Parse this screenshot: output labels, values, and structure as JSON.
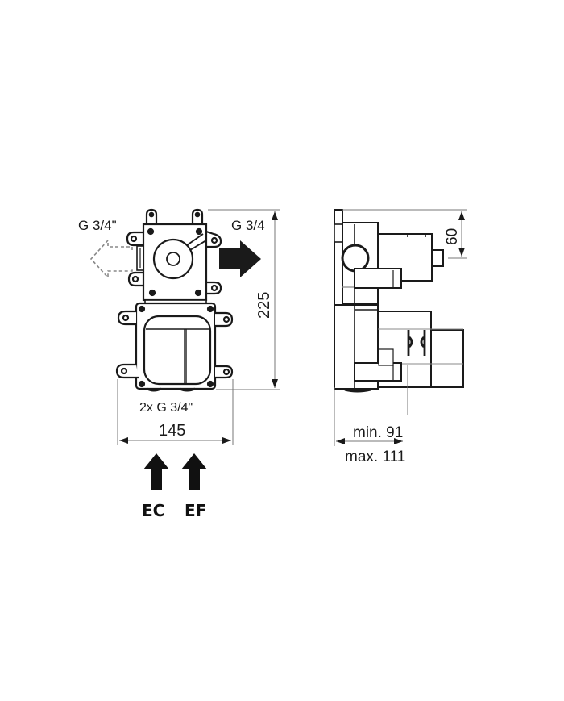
{
  "front_view": {
    "outlet_left_label": "G 3/4\"",
    "outlet_right_label": "G 3/4",
    "inlet_label": "2x G 3/4\"",
    "height_dimension": "225",
    "width_dimension": "145",
    "inlet_hot_label": "EC",
    "inlet_cold_label": "EF"
  },
  "side_view": {
    "top_dimension": "60",
    "depth_min": "min. 91",
    "depth_max": "max. 111"
  },
  "colors": {
    "line": "#1a1a1a",
    "dim_line": "#777777",
    "dashed": "#888888",
    "background": "#ffffff"
  }
}
